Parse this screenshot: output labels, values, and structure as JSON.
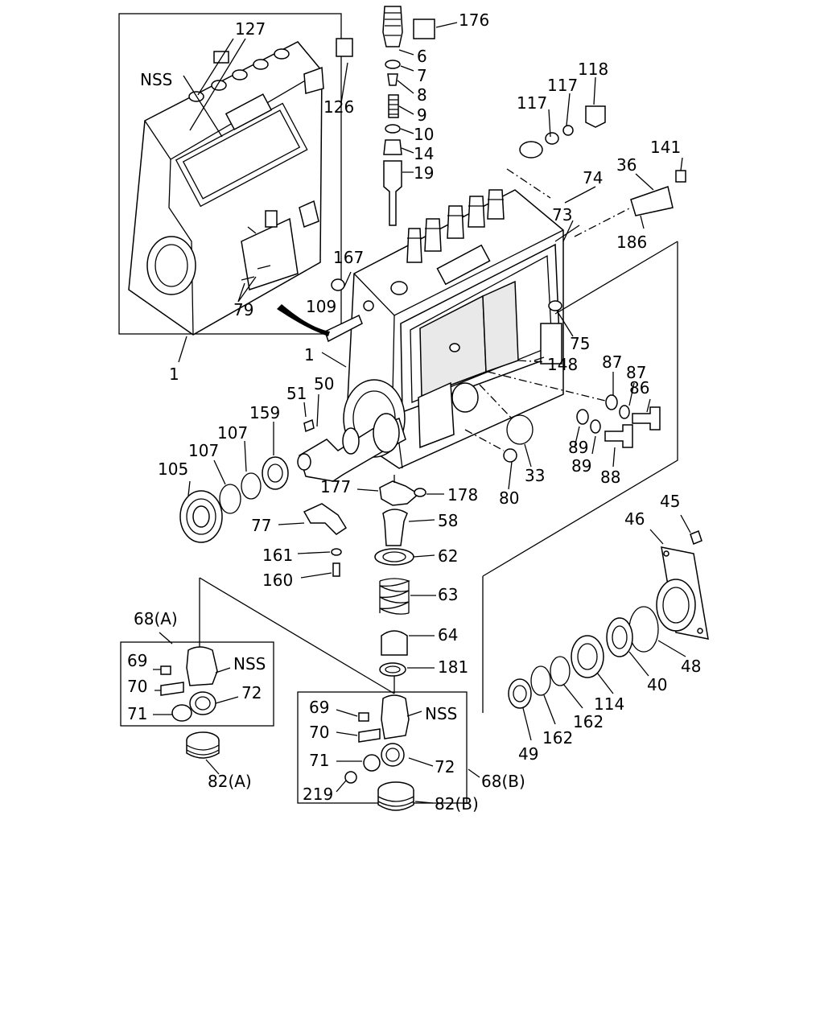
{
  "labels": {
    "l1a": "1",
    "l1b": "1",
    "l6": "6",
    "l7": "7",
    "l8": "8",
    "l9": "9",
    "l10": "10",
    "l14": "14",
    "l19": "19",
    "l33": "33",
    "l36": "36",
    "l40": "40",
    "l45": "45",
    "l46": "46",
    "l48": "48",
    "l49": "49",
    "l50": "50",
    "l51": "51",
    "l58": "58",
    "l62": "62",
    "l63": "63",
    "l64": "64",
    "l68a": "68(A)",
    "l68b": "68(B)",
    "l69a": "69",
    "l69b": "69",
    "l70a": "70",
    "l70b": "70",
    "l71a": "71",
    "l71b": "71",
    "l72a": "72",
    "l72b": "72",
    "l73": "73",
    "l74": "74",
    "l75": "75",
    "l77": "77",
    "l79": "79",
    "l80": "80",
    "l82a": "82(A)",
    "l82b": "82(B)",
    "l86": "86",
    "l87a": "87",
    "l87b": "87",
    "l88": "88",
    "l89a": "89",
    "l89b": "89",
    "l105": "105",
    "l107a": "107",
    "l107b": "107",
    "l109": "109",
    "l114": "114",
    "l117a": "117",
    "l117b": "117",
    "l118": "118",
    "l126": "126",
    "l127": "127",
    "l141": "141",
    "l148": "148",
    "l159": "159",
    "l160": "160",
    "l161": "161",
    "l162a": "162",
    "l162b": "162",
    "l167": "167",
    "l176": "176",
    "l177": "177",
    "l178": "178",
    "l181": "181",
    "l186": "186",
    "l219": "219",
    "nss1": "NSS",
    "nss2": "NSS",
    "nss3": "NSS"
  }
}
